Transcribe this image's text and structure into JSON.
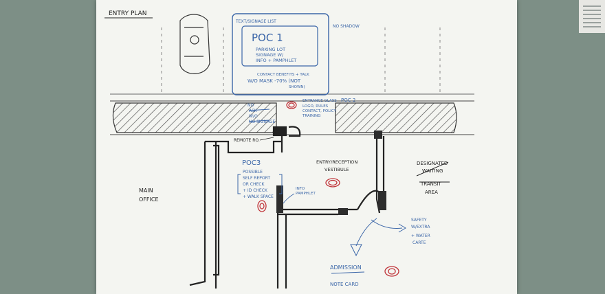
{
  "title": "ENTRY PLAN",
  "poc1": {
    "box_label": "TEXT/SIGNAGE LIST",
    "heading": "POC 1",
    "lines": [
      "PARKING LOT",
      "SIGNAGE W/",
      "INFO + PAMPHLET"
    ],
    "note_lines": [
      "CONTACT BENEFITS + TALK",
      "W/O MASK -70% (NOT",
      "SHOWN)"
    ]
  },
  "no_shadow": "NO SHADOW",
  "left_note": {
    "lines": [
      "NO",
      "ASK",
      "W/O",
      "NO SIGNAGE"
    ]
  },
  "poc2": {
    "label": "POC 2",
    "lines": [
      "ENTRANCE GLASS",
      "LOGO, RULES",
      "CONTACT, POLICY",
      "TRAINING"
    ]
  },
  "reader": "REMOTE RO.",
  "poc3": {
    "heading": "POC3",
    "lines": [
      "POSSIBLE",
      "SELF REPORT",
      "OR CHECK",
      "+ ID CHECK",
      "+ WALK SPACE"
    ]
  },
  "main_office": [
    "MAIN",
    "OFFICE"
  ],
  "entry": [
    "ENTRY/RECEPTION",
    "VESTIBULE"
  ],
  "info_pamphlet": [
    "INFO",
    "PAMPHLET"
  ],
  "waiting": [
    "DESIGNATED",
    "WAITING",
    "TRANSIT",
    "AREA"
  ],
  "safety": [
    "SAFETY",
    "W/EXTRA",
    "+ WATER",
    "CARTE"
  ],
  "admission": "ADMISSION",
  "bottom_note": "NOTE CARD",
  "colors": {
    "ink_black": "#222222",
    "ink_blue": "#3b66a8",
    "ink_red": "#c0343a",
    "paper": "#f4f5f1"
  }
}
